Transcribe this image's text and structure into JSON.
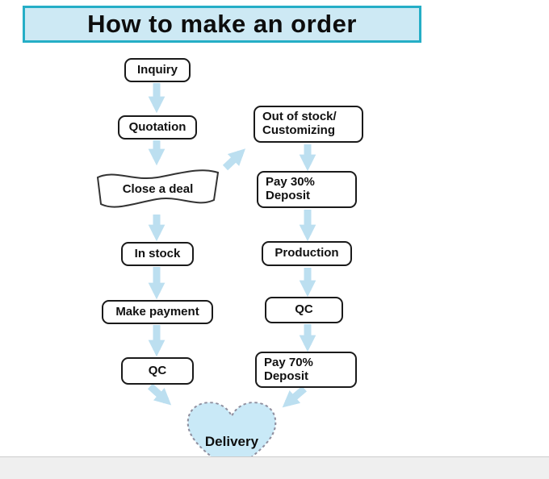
{
  "title": "How to make an order",
  "colors": {
    "banner_bg": "#cde9f4",
    "banner_border": "#25aec6",
    "node_border": "#1a1a1a",
    "arrow": "#bcdff0",
    "heart_fill": "#c9e9f7",
    "heart_border": "#8f8f9f"
  },
  "nodes": {
    "inquiry": "Inquiry",
    "quotation": "Quotation",
    "close_deal": "Close a deal",
    "in_stock": "In stock",
    "make_payment": "Make payment",
    "qc_left": "QC",
    "out_of_stock_line1": "Out of stock/",
    "out_of_stock_line2": "Customizing",
    "pay30_line1": "Pay 30%",
    "pay30_line2": "Deposit",
    "production": "Production",
    "qc_right": "QC",
    "pay70_line1": "Pay 70%",
    "pay70_line2": "Deposit",
    "delivery": "Delivery"
  }
}
